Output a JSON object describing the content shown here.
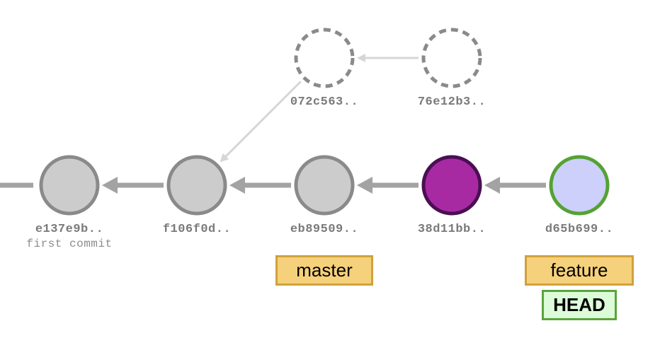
{
  "commits": [
    {
      "id": "e137e9b",
      "label": "e137e9b..",
      "message": "first commit",
      "fill": "#cccccc",
      "stroke": "#8a8a8a",
      "dashed": false
    },
    {
      "id": "f106f0d",
      "label": "f106f0d..",
      "fill": "#cccccc",
      "stroke": "#8a8a8a",
      "dashed": false
    },
    {
      "id": "eb89509",
      "label": "eb89509..",
      "fill": "#cccccc",
      "stroke": "#8a8a8a",
      "dashed": false
    },
    {
      "id": "38d11bb",
      "label": "38d11bb..",
      "fill": "#a82aa3",
      "stroke": "#4a0f52",
      "dashed": false
    },
    {
      "id": "d65b699",
      "label": "d65b699..",
      "fill": "#ccd0fb",
      "stroke": "#55a234",
      "dashed": false
    },
    {
      "id": "072c563",
      "label": "072c563..",
      "fill": "#ffffff",
      "stroke": "#8a8a8a",
      "dashed": true
    },
    {
      "id": "76e12b3",
      "label": "76e12b3..",
      "fill": "#ffffff",
      "stroke": "#8a8a8a",
      "dashed": true
    }
  ],
  "edges": [
    {
      "from": "f106f0d",
      "to": "e137e9b",
      "style": "solid"
    },
    {
      "from": "eb89509",
      "to": "f106f0d",
      "style": "solid"
    },
    {
      "from": "38d11bb",
      "to": "eb89509",
      "style": "solid"
    },
    {
      "from": "d65b699",
      "to": "38d11bb",
      "style": "solid"
    },
    {
      "from": "072c563",
      "to": "f106f0d",
      "style": "faint"
    },
    {
      "from": "76e12b3",
      "to": "072c563",
      "style": "faint"
    }
  ],
  "refs": {
    "master": "master",
    "feature": "feature",
    "head": "HEAD"
  },
  "colors": {
    "edge": "#a3a3a3",
    "faint_edge": "#d6d6d6",
    "branch_fill": "#f6d17c",
    "branch_border": "#cfa23c",
    "head_fill": "#dcfbd8",
    "head_border": "#5aa43c"
  }
}
